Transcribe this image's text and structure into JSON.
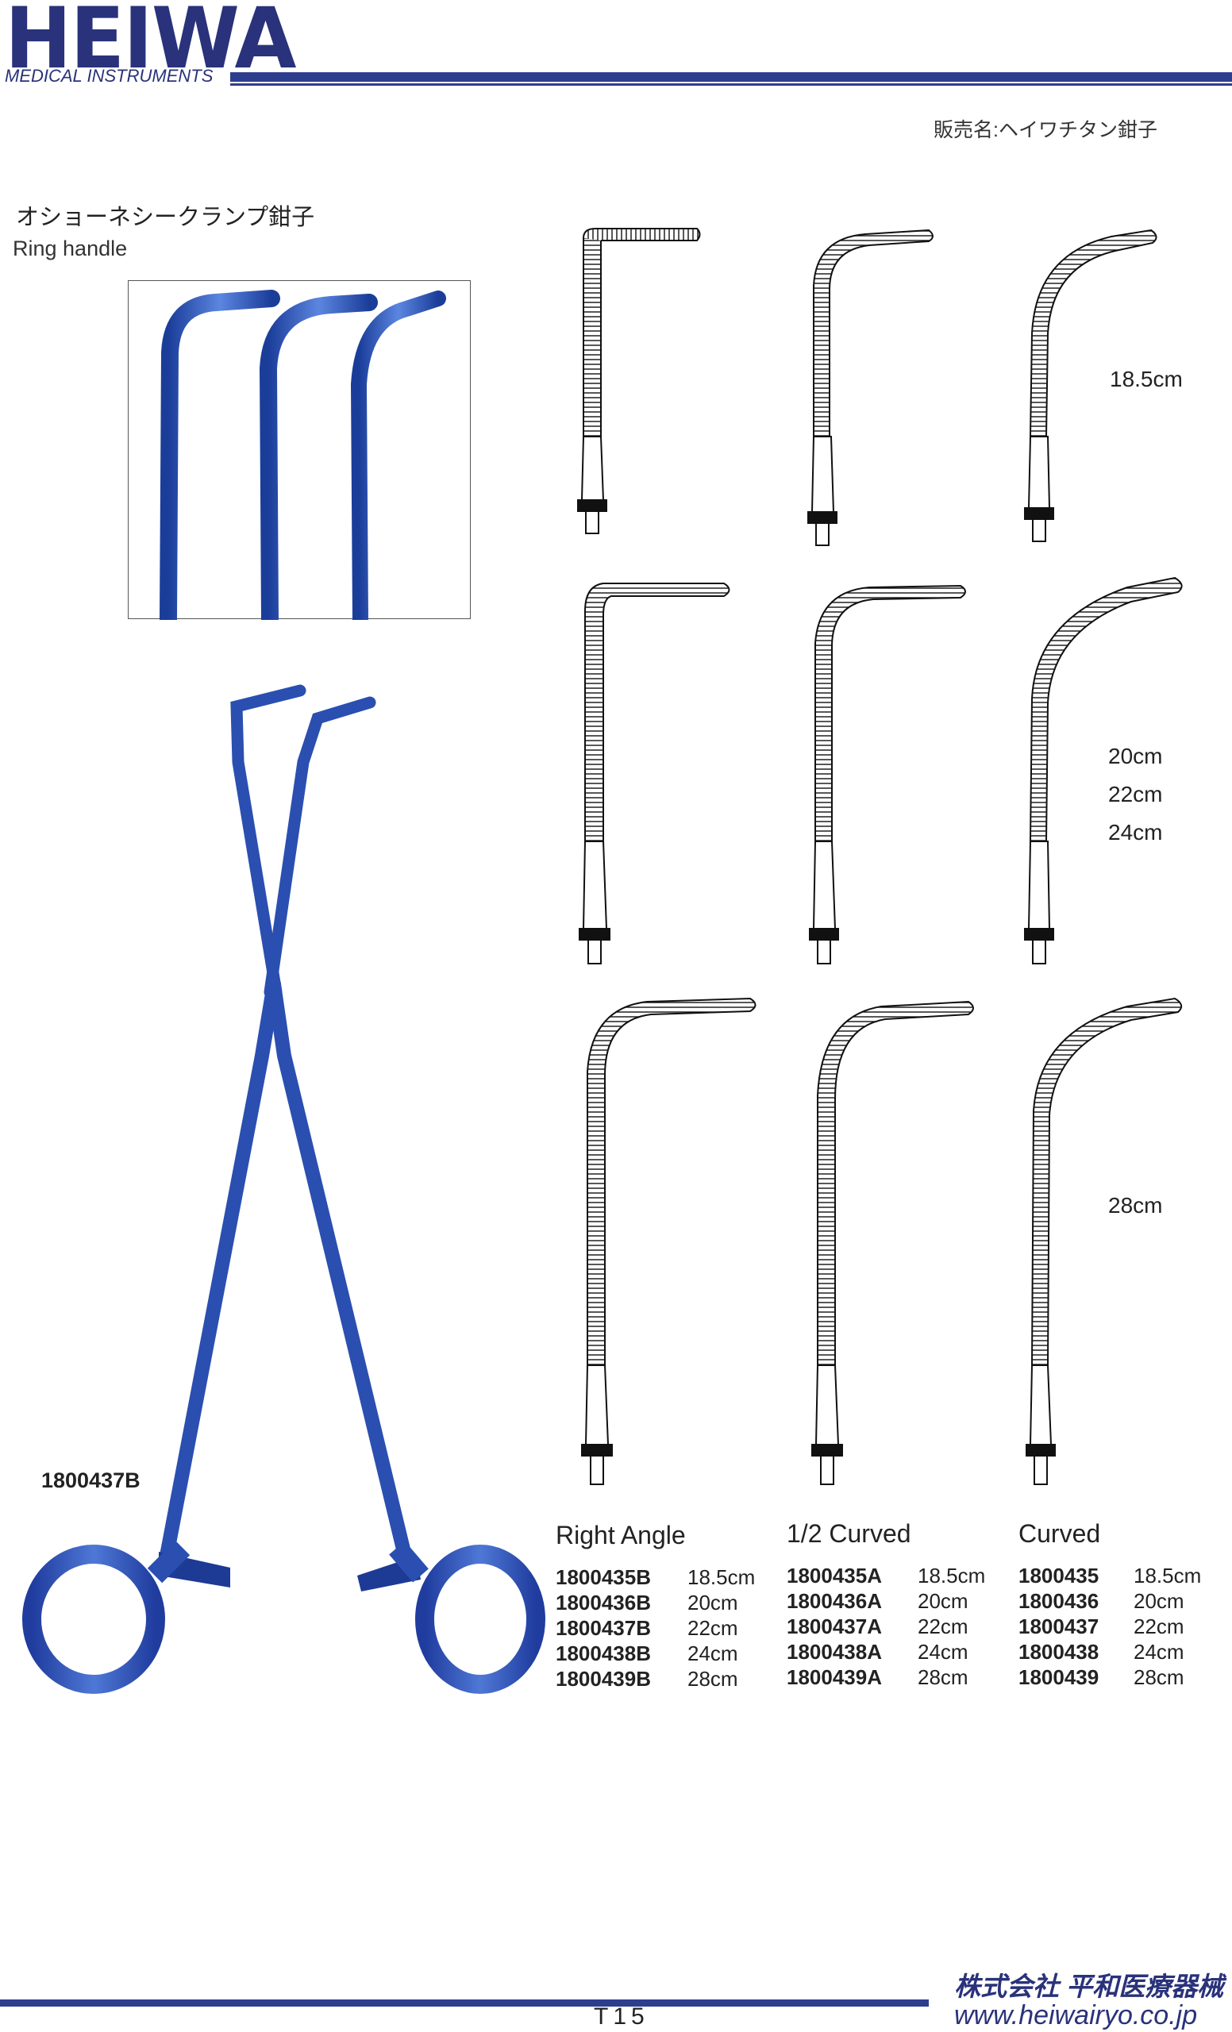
{
  "header": {
    "logo_text": "HEIWA",
    "logo_subtitle": "MEDICAL INSTRUMENTS",
    "sales_name": "販売名:ヘイワチタン鉗子"
  },
  "product": {
    "title_jp": "オショーネシークランプ鉗子",
    "title_en": "Ring handle",
    "main_label": "1800437B"
  },
  "size_labels": {
    "row1": "18.5cm",
    "row2": [
      "20cm",
      "22cm",
      "24cm"
    ],
    "row3": "28cm"
  },
  "table": {
    "columns": [
      {
        "heading": "Right  Angle",
        "rows": [
          {
            "code": "1800435B",
            "size": "18.5cm"
          },
          {
            "code": "1800436B",
            "size": "20cm"
          },
          {
            "code": "1800437B",
            "size": "22cm"
          },
          {
            "code": "1800438B",
            "size": "24cm"
          },
          {
            "code": "1800439B",
            "size": "28cm"
          }
        ]
      },
      {
        "heading": "1/2 Curved",
        "rows": [
          {
            "code": "1800435A",
            "size": "18.5cm"
          },
          {
            "code": "1800436A",
            "size": "20cm"
          },
          {
            "code": "1800437A",
            "size": "22cm"
          },
          {
            "code": "1800438A",
            "size": "24cm"
          },
          {
            "code": "1800439A",
            "size": "28cm"
          }
        ]
      },
      {
        "heading": "Curved",
        "rows": [
          {
            "code": "1800435",
            "size": "18.5cm"
          },
          {
            "code": "1800436",
            "size": "20cm"
          },
          {
            "code": "1800437",
            "size": "22cm"
          },
          {
            "code": "1800438",
            "size": "24cm"
          },
          {
            "code": "1800439",
            "size": "28cm"
          }
        ]
      }
    ]
  },
  "footer": {
    "page_number": "T15",
    "company": "株式会社 平和医療器械",
    "url": "www.heiwairyo.co.jp"
  },
  "colors": {
    "brand": "#29327a",
    "rule": "#2e3e8e",
    "instrument": "#2a4fb0"
  }
}
